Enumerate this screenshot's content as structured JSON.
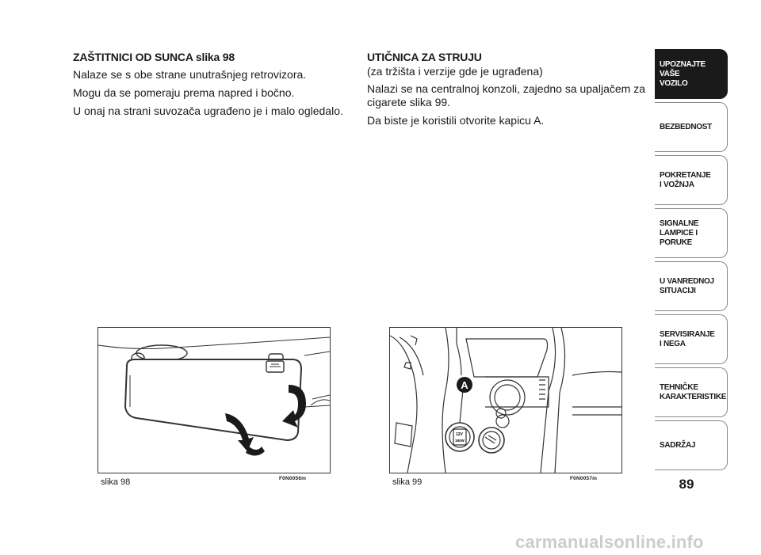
{
  "left_section": {
    "heading": "ZAŠTITNICI OD SUNCA slika 98",
    "paragraphs": [
      "Nalaze se s obe strane unutrašnjeg retrovizora.",
      "Mogu da se pomeraju prema napred i bočno.",
      "U onaj na strani suvozača ugrađeno je i malo ogledalo."
    ]
  },
  "right_section": {
    "heading": "UTIČNICA ZA STRUJU",
    "subheading": "(za tržišta i verzije gde je ugrađena)",
    "paragraphs": [
      "Nalazi se na centralnoj konzoli, zajedno sa upaljačem za cigarete slika 99.",
      "Da biste je koristili otvorite kapicu A."
    ]
  },
  "figures": [
    {
      "caption": "slika 98",
      "code": "F0N0056m"
    },
    {
      "caption": "slika 99",
      "code": "F0N0057m",
      "callout": "A",
      "socket_label_1": "12V",
      "socket_label_2": "180W"
    }
  ],
  "side_tabs": [
    {
      "label": "UPOZNAJTE\nVAŠE\nVOZILO",
      "active": true
    },
    {
      "label": "BEZBEDNOST",
      "active": false
    },
    {
      "label": "POKRETANJE\nI VOŽNJA",
      "active": false
    },
    {
      "label": "SIGNALNE\nLAMPICE I PORUKE",
      "active": false
    },
    {
      "label": "U VANREDNOJ\nSITUACIJI",
      "active": false
    },
    {
      "label": "SERVISIRANJE\nI NEGA",
      "active": false
    },
    {
      "label": "TEHNIČKE\nKARAKTERISTIKE",
      "active": false
    },
    {
      "label": "SADRŽAJ",
      "active": false
    }
  ],
  "page_number": "89",
  "watermark": "carmanualsonline.info"
}
